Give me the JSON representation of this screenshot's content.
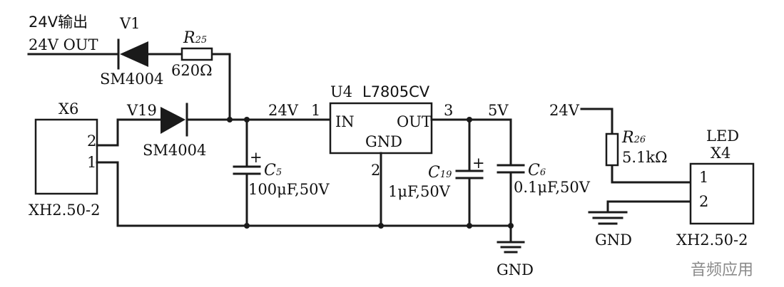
{
  "output": {
    "label_cn": "24V输出",
    "label_en": "24V OUT"
  },
  "v1": {
    "ref": "V1",
    "part": "SM4004"
  },
  "r25": {
    "ref": "R",
    "ref_sub": "25",
    "value": "620Ω"
  },
  "x6": {
    "ref": "X6",
    "pin2": "2",
    "pin1": "1",
    "part": "XH2.50-2"
  },
  "v19": {
    "ref": "V19",
    "part": "SM4004"
  },
  "c5": {
    "ref": "C",
    "ref_sub": "5",
    "value": "100μF,50V"
  },
  "u4": {
    "ref": "U4",
    "part": "L7805CV",
    "pin_in": "IN",
    "pin_out": "OUT",
    "pin_gnd": "GND",
    "pin1": "1",
    "pin2": "2",
    "pin3": "3"
  },
  "net_24v": "24V",
  "net_5v": "5V",
  "c19": {
    "ref": "C",
    "ref_sub": "19",
    "value": "1μF,50V"
  },
  "c6": {
    "ref": "C",
    "ref_sub": "6",
    "value": "0.1μF,50V"
  },
  "gnd_main": "GND",
  "led": {
    "supply": "24V",
    "r26_ref": "R",
    "r26_sub": "26",
    "r26_value": "5.1kΩ",
    "title": "LED",
    "ref": "X4",
    "pin1": "1",
    "pin2": "2",
    "part": "XH2.50-2",
    "gnd": "GND"
  },
  "plus": "+",
  "watermark": "音频应用"
}
